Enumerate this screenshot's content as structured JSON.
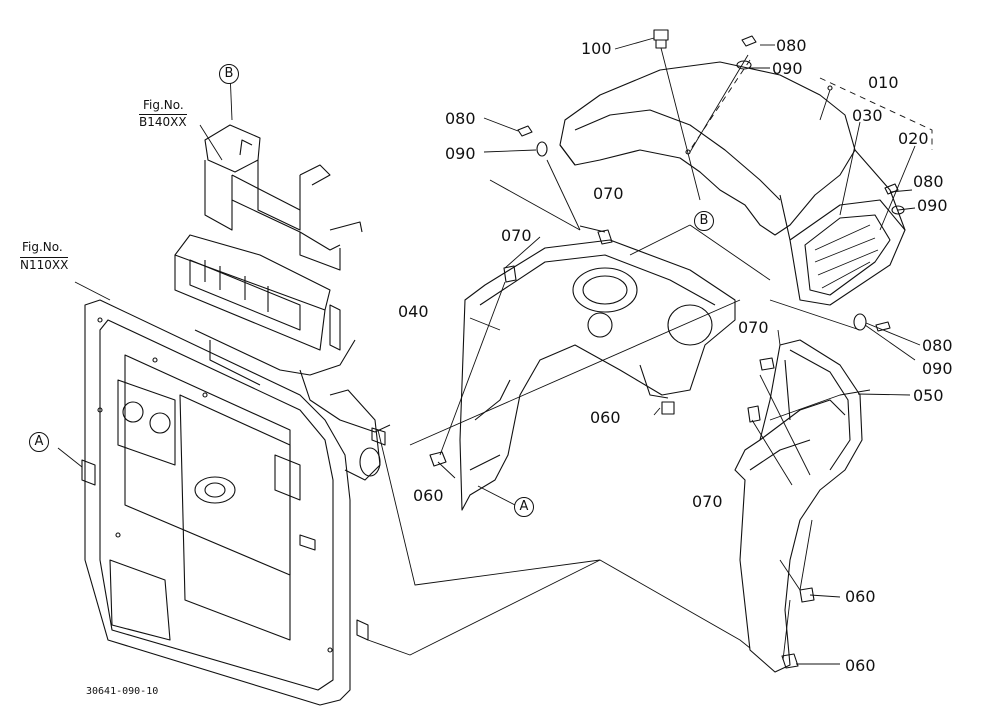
{
  "part_labels": {
    "p100": "100",
    "p080a": "080",
    "p090a": "090",
    "p010": "010",
    "p030": "030",
    "p020": "020",
    "p080b": "080",
    "p090b": "090",
    "p080c": "080",
    "p090c": "090",
    "p070a": "070",
    "p070b": "070",
    "p040": "040",
    "p070c": "070",
    "p080d": "080",
    "p090d": "090",
    "p050": "050",
    "p060a": "060",
    "p060b": "060",
    "p070d": "070",
    "p060c": "060",
    "p060d": "060"
  },
  "callouts": {
    "b_top": "B",
    "b_mid": "B",
    "a_left": "A",
    "a_mid": "A"
  },
  "fig_refs": {
    "ref1_line1": "Fig.No.",
    "ref1_line2": "B140XX",
    "ref2_line1": "Fig.No.",
    "ref2_line2": "N110XX"
  },
  "footer": {
    "code": "30641-090-10"
  }
}
